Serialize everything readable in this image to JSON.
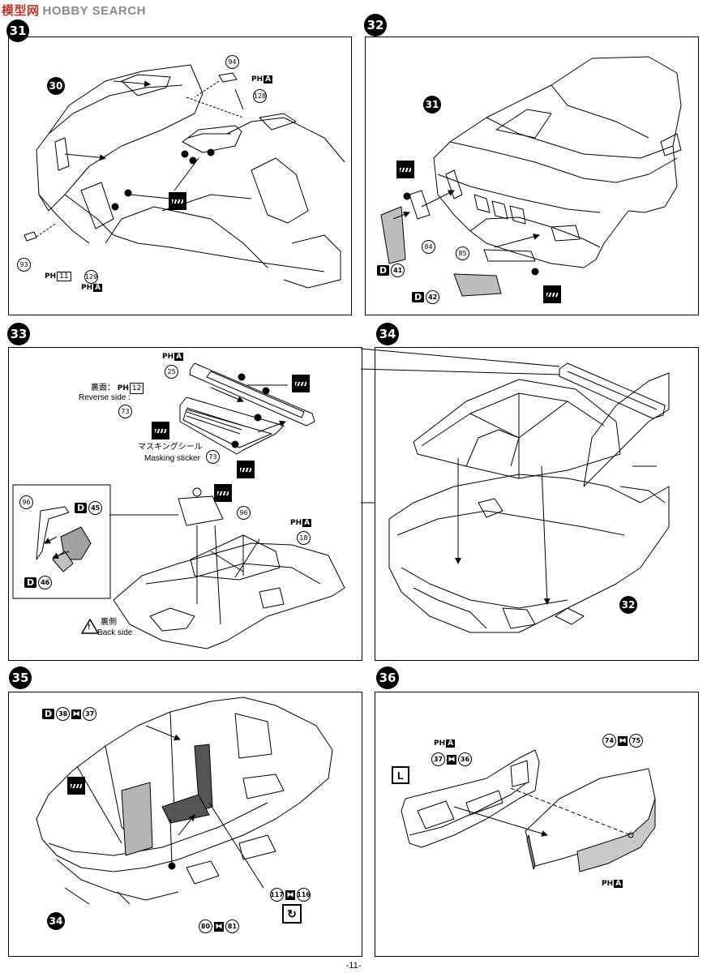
{
  "watermark": {
    "cn": "模型网",
    "en": "HOBBY SEARCH"
  },
  "steps": {
    "s31": {
      "num": "31"
    },
    "s32": {
      "num": "32"
    },
    "s33": {
      "num": "33"
    },
    "s34": {
      "num": "34"
    },
    "s35": {
      "num": "35"
    },
    "s36": {
      "num": "36"
    }
  },
  "assemblies": {
    "a30": "30",
    "a31": "31",
    "a32": "32",
    "a34": "34"
  },
  "parts": {
    "p94": "94",
    "p128": "128",
    "p93": "93",
    "p129": "129",
    "p84": "84",
    "p85": "85",
    "p41": "41",
    "p42": "42",
    "p25": "25",
    "p73": "73",
    "p73b": "73",
    "p96a": "96",
    "p96b": "96",
    "p45": "45",
    "p46": "46",
    "p18": "18",
    "p38": "38",
    "p37": "37",
    "p117": "117",
    "p116": "116",
    "p80": "80",
    "p81": "81",
    "p74": "74",
    "p75": "75",
    "p37b": "37",
    "p36": "36"
  },
  "tags": {
    "ph_prefix": "PH",
    "a": "A",
    "n11": "11",
    "n12": "12",
    "d": "D"
  },
  "text": {
    "reverse_jp": "裏面：",
    "reverse_en": "Reverse side :",
    "masking_jp": "マスキングシール",
    "masking_en": "Masking sticker",
    "back_jp": "裏側",
    "back_en": "Back side",
    "left": "L",
    "warning": "!"
  },
  "footer": {
    "page": "-11-"
  }
}
